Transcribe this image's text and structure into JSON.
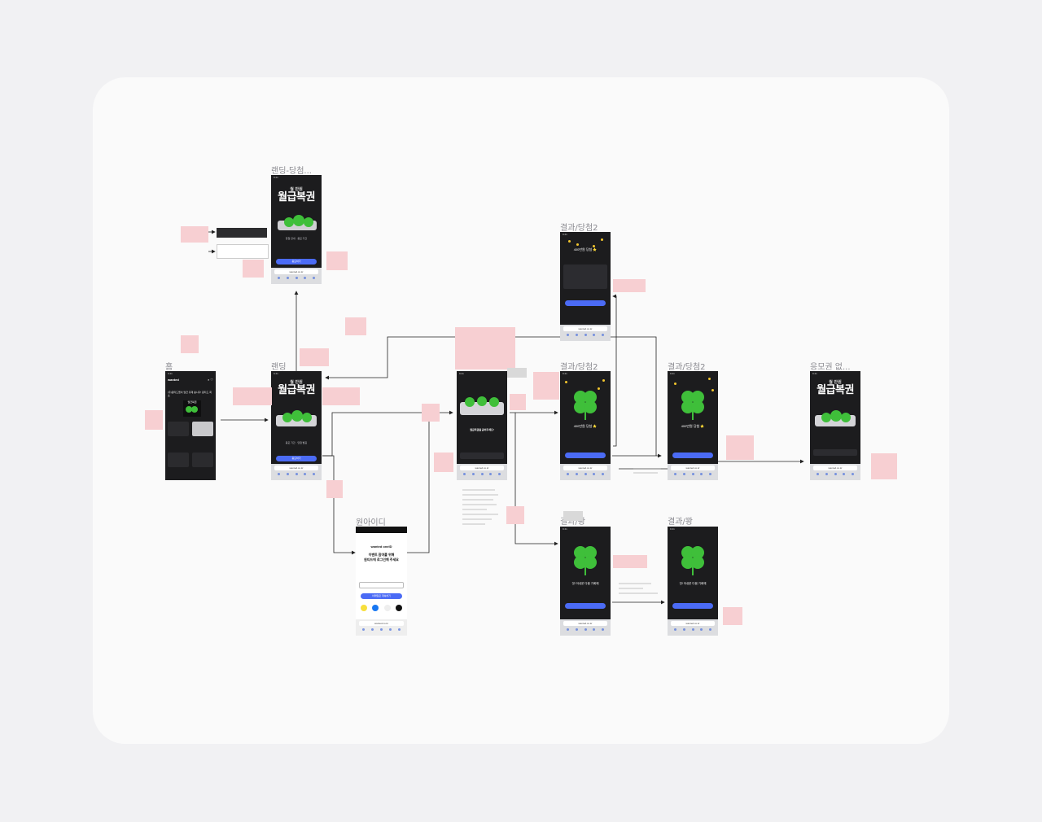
{
  "frames": {
    "home": {
      "title": "홈",
      "brand": "wanted",
      "headline": "(주)원티드랩이 월급 횡재 쏩니다! 원티드 최초",
      "sub": "월급복권"
    },
    "landing_top": {
      "title": "랜딩-당첨..."
    },
    "landing": {
      "title": "랜딩",
      "kicker": "월 만원",
      "hero": "월급복권",
      "cta": "응모하기",
      "url": "wanted.co.kr"
    },
    "result_top": {
      "title": "결과/당첨2",
      "win": "400만원 당첨 ⭐"
    },
    "result_mid": {
      "title": "결과/당첨2",
      "win": "400만원 당첨 ⭐"
    },
    "result_mid2": {
      "title": "결과/당첨2",
      "win": "400만원 당첨 ⭐"
    },
    "coupon": {
      "title": "응모권 없..."
    },
    "lose1": {
      "title": "결과/꽝",
      "msg": "앗! 아쉬운 다음 기회에"
    },
    "lose2": {
      "title": "결과/꽝",
      "msg": "앗! 아쉬운 다음 기회에"
    },
    "oneid": {
      "title": "원아이디",
      "brand": "wanted oneID",
      "line1": "이벤트 참여를 위해",
      "line2": "원티드에 로그인해 주세요",
      "login_btn": "이메일로 계속하기"
    },
    "scratch": {
      "title": "",
      "msg": "월급복권을 긁어주세요!"
    }
  },
  "colors": {
    "accent": "#4b6bf5",
    "note": "#f7cfd2",
    "clover": "#3fbf3a",
    "gold": "#f2c52e"
  }
}
